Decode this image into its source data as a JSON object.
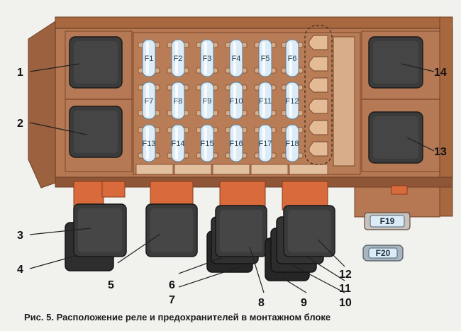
{
  "figure": {
    "caption": "Рис. 5. Расположение реле и предохранителей в монтажном блоке"
  },
  "fuses": {
    "grid": [
      "F1",
      "F2",
      "F3",
      "F4",
      "F5",
      "F6",
      "F7",
      "F8",
      "F9",
      "F10",
      "F11",
      "F12",
      "F13",
      "F14",
      "F15",
      "F16",
      "F17",
      "F18"
    ],
    "separate": [
      "F19",
      "F20"
    ]
  },
  "callouts": [
    "1",
    "2",
    "3",
    "4",
    "5",
    "6",
    "7",
    "8",
    "9",
    "10",
    "11",
    "12",
    "13",
    "14"
  ],
  "colors": {
    "housing": "#b57852",
    "housing_dark": "#8e5636",
    "housing_light": "#cf9e7c",
    "relay": "#3b3b3b",
    "relay_dark": "#232323",
    "fuse_body": "#dcebf5",
    "connector": "#d96a3c",
    "leader_line": "#202020"
  }
}
